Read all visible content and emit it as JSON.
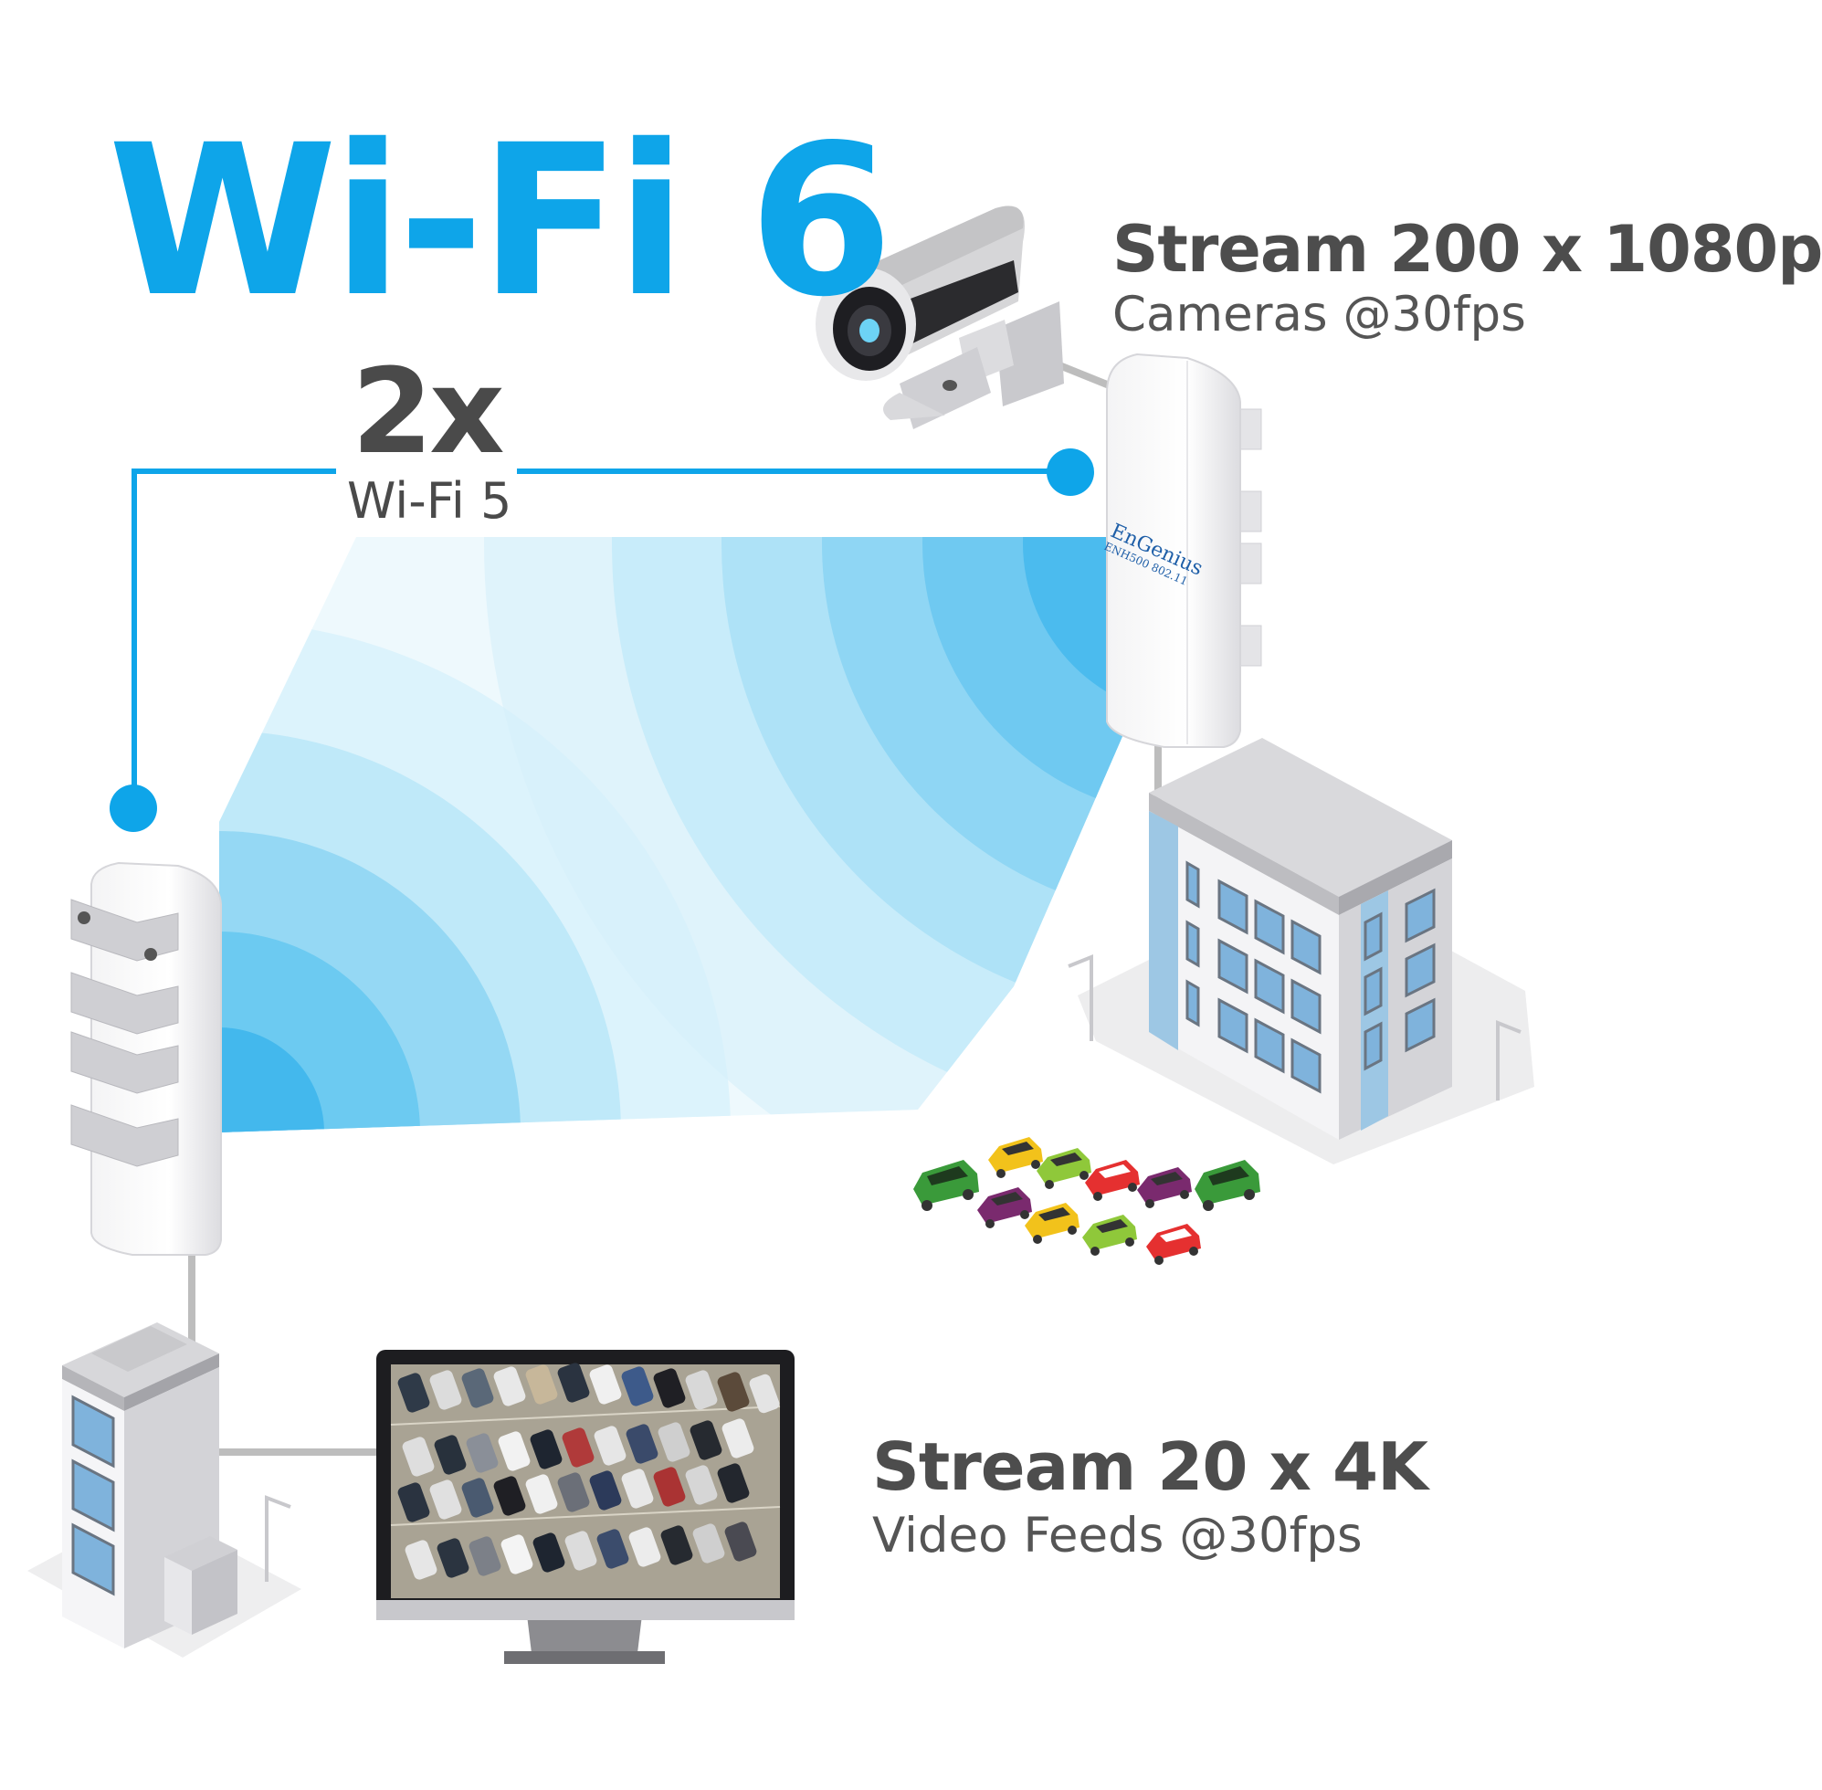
{
  "headline": "Wi-Fi 6",
  "comparison": {
    "factor": "2x",
    "baseline": "Wi-Fi 5"
  },
  "camera_stream": {
    "title": "Stream 200 x 1080p",
    "subtitle": "Cameras @30fps"
  },
  "video_stream": {
    "title": "Stream 20 x 4K",
    "subtitle": "Video Feeds @30fps"
  },
  "device_label": {
    "brand": "EnGenius",
    "model": "ENH500 802.11"
  },
  "colors": {
    "accent": "#0ea5e9",
    "text": "#4a4a4a",
    "link": "#bdbdbd"
  }
}
